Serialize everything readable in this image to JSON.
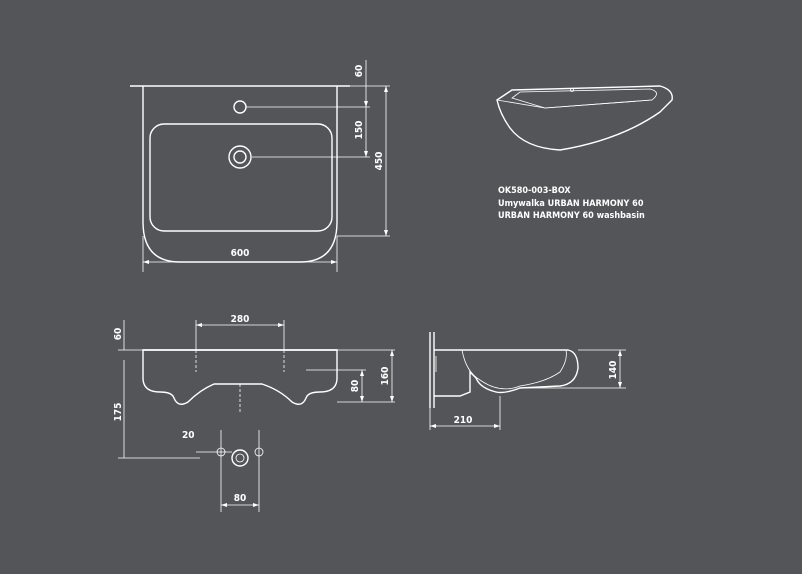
{
  "product": {
    "code": "OK580-003-BOX",
    "name_pl": "Umywalka URBAN HARMONY 60",
    "name_en": "URBAN HARMONY 60 washbasin"
  },
  "dimensions": {
    "top_width": "600",
    "top_depth": "450",
    "top_tap_offset": "60",
    "top_drain_offset": "150",
    "front_tap_spacing": "280",
    "front_top_offset": "60",
    "front_height": "160",
    "front_bowl": "80",
    "front_mount": "175",
    "bottom_hole_offset": "20",
    "bottom_hole_spacing": "80",
    "side_height": "140",
    "side_depth": "210"
  },
  "colors": {
    "background": "#545558",
    "lines": "#ffffff"
  }
}
